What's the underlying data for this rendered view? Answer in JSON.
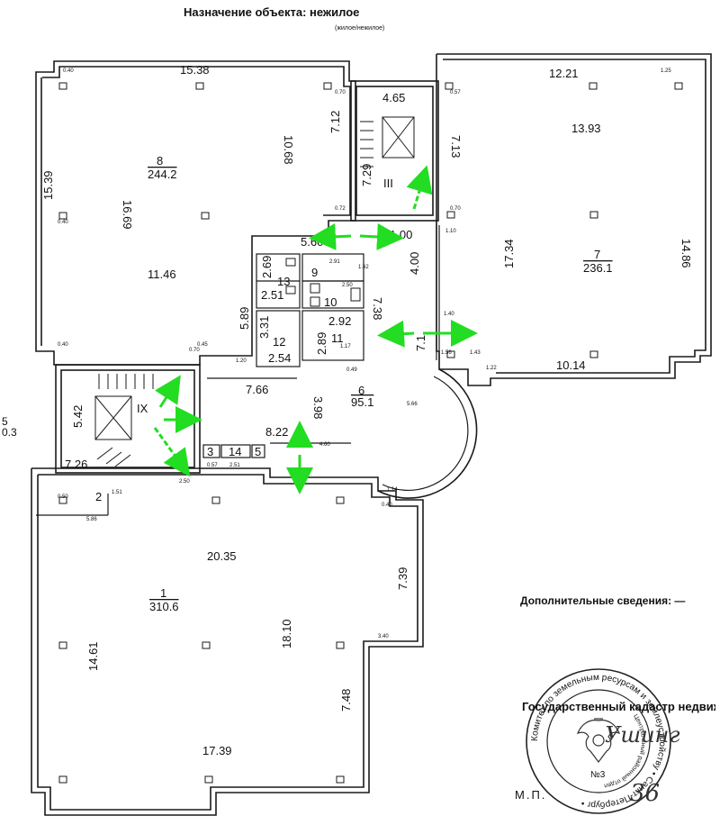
{
  "header": {
    "title": "Назначение объекта: нежилое",
    "subtitle": "(жилое/нежилое)"
  },
  "footer": {
    "additional_info": "Дополнительные сведения:  —",
    "registry": "Государственный кадастр недвиж",
    "mp": "М.П.",
    "mp_number": "36",
    "signature": "Ушинг"
  },
  "margin_mark": [
    "5",
    "0.3"
  ],
  "stamp": {
    "ring_text": "Комитет по земельным ресурсам и землеустройству • Санкт-Петербург •",
    "inner_text": "Центральный районный отдел",
    "number": "№3"
  },
  "rooms": [
    {
      "id": "8",
      "number": "8",
      "area": "244.2"
    },
    {
      "id": "7",
      "number": "7",
      "area": "236.1"
    },
    {
      "id": "6",
      "number": "6",
      "area": "95.1"
    },
    {
      "id": "1",
      "number": "1",
      "area": "310.6"
    },
    {
      "id": "2",
      "number": "2"
    },
    {
      "id": "3",
      "number": "3"
    },
    {
      "id": "4",
      "number": "14"
    },
    {
      "id": "5",
      "number": "5"
    },
    {
      "id": "9",
      "number": "9"
    },
    {
      "id": "10",
      "number": "10"
    },
    {
      "id": "11",
      "number": "11"
    },
    {
      "id": "12",
      "number": "12"
    },
    {
      "id": "13",
      "number": "13"
    },
    {
      "id": "III",
      "number": "III"
    },
    {
      "id": "IX",
      "number": "IX"
    }
  ],
  "dimensions": [
    "15.38",
    "10.68",
    "16.69",
    "15.39",
    "11.46",
    "7.12",
    "4.65",
    "7.29",
    "7.13",
    "12.21",
    "13.93",
    "17.34",
    "14.86",
    "10.14",
    "5.60",
    "1.00",
    "4.00",
    "2.69",
    "2.51",
    "7.38",
    "5.89",
    "3.31",
    "2.92",
    "2.89",
    "2.54",
    "7.66",
    "3.98",
    "8.22",
    "5.42",
    "7.26",
    "20.35",
    "7.39",
    "14.61",
    "18.10",
    "7.48",
    "17.39",
    "7.1"
  ],
  "small_labels": [
    "0.40",
    "0.70",
    "0.57",
    "0.72",
    "0.70",
    "1.10",
    "1.40",
    "0.49",
    "1.56",
    "1.43",
    "1.22",
    "0.40",
    "0.40",
    "4.60",
    "2.51",
    "1.51",
    "2.50",
    "0.50",
    "5.86",
    "0.40",
    "1.14",
    "3.40",
    "2.91",
    "1.62",
    "2.50",
    "1.17",
    "0.57",
    "0.45",
    "1.25",
    "0.70",
    "1.20",
    "5.66"
  ],
  "colors": {
    "arrow": "#22dd22",
    "line": "#1a1a1a"
  }
}
